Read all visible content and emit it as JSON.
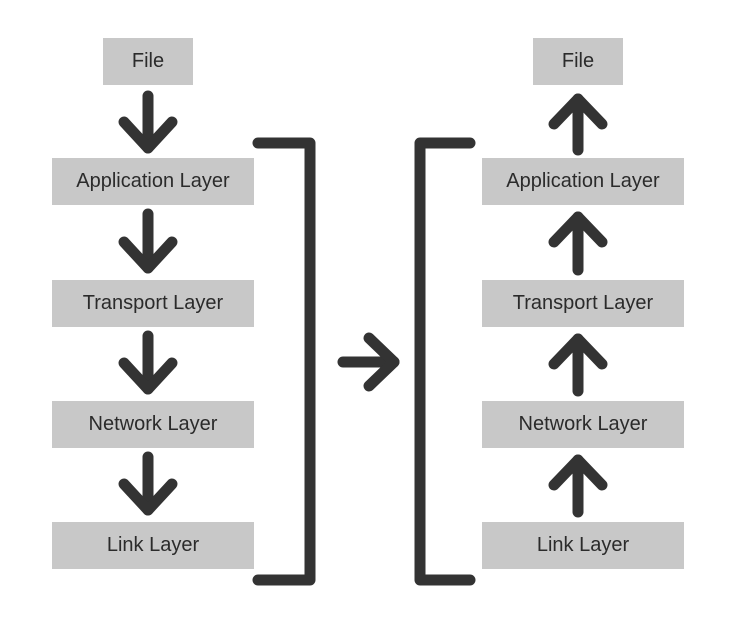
{
  "sender": {
    "file_label": "File",
    "layers": [
      "Application Layer",
      "Transport Layer",
      "Network Layer",
      "Link Layer"
    ]
  },
  "receiver": {
    "file_label": "File",
    "layers": [
      "Application Layer",
      "Transport Layer",
      "Network Layer",
      "Link Layer"
    ]
  },
  "colors": {
    "box_fill": "#c8c8c8",
    "stroke": "#333333",
    "text": "#2b2b2b"
  }
}
